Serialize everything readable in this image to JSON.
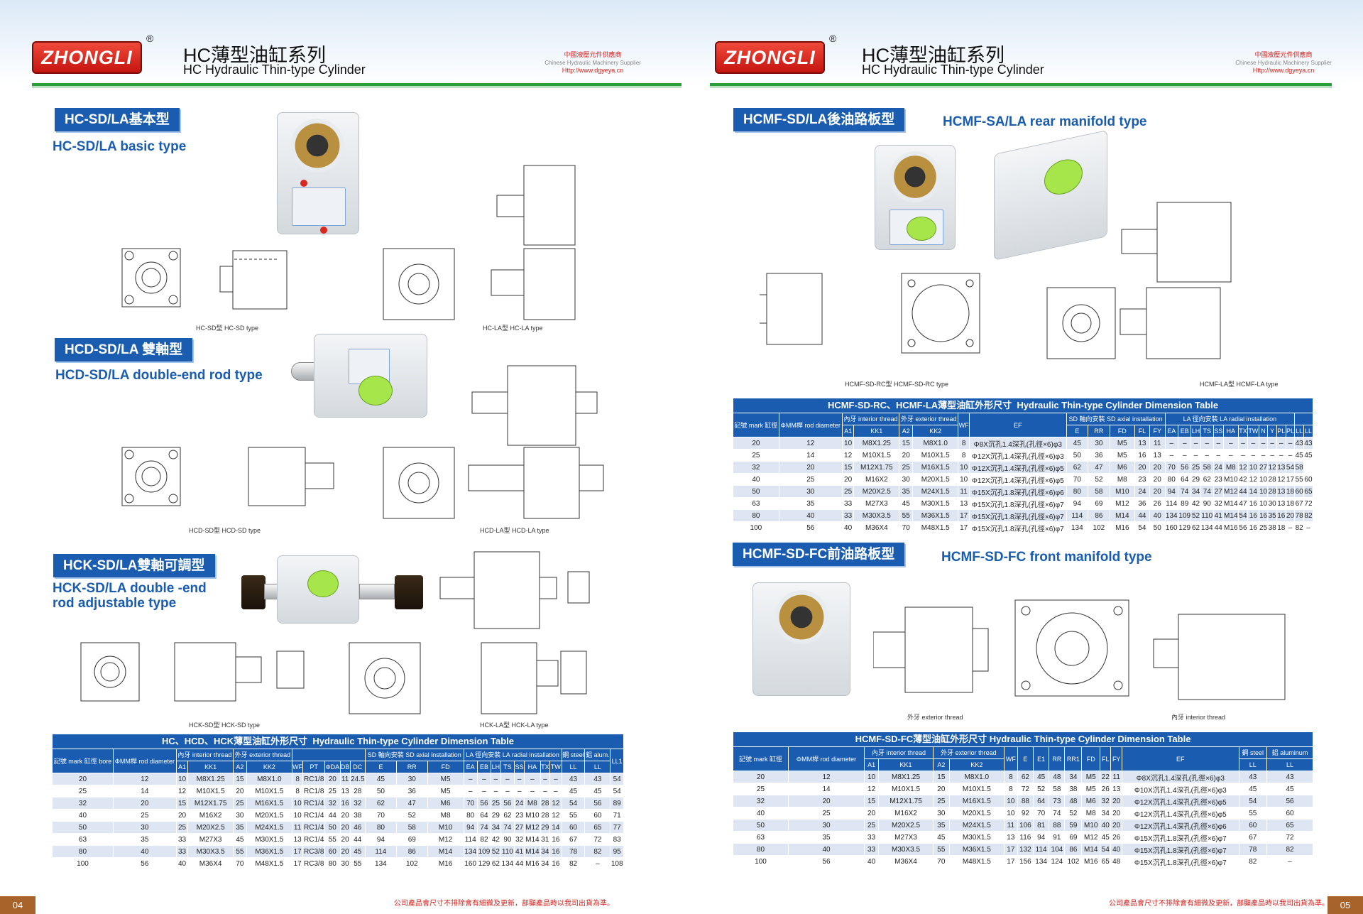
{
  "brand": "ZHONGLI",
  "reg": "®",
  "series_cn": "HC薄型油缸系列",
  "series_en": "HC Hydraulic Thin-type Cylinder",
  "supplier_cn": "中國液壓元件供應商",
  "supplier_en": "Chinese Hydraulic Machinery Supplier",
  "supplier_url": "Http://www.dgyeya.cn",
  "left": {
    "page_no": "04",
    "footer": "公司產品會尺寸不排除會有細微及更新，部顯產品時以我司出貨為準。",
    "sec1": {
      "tab": "HC-SD/LA基本型",
      "sub": "HC-SD/LA basic type",
      "cap1": "HC-SD型  HC-SD type",
      "cap2": "HC-LA型  HC-LA type"
    },
    "sec2": {
      "tab": "HCD-SD/LA 雙軸型",
      "sub": "HCD-SD/LA double-end rod type",
      "cap1": "HCD-SD型  HCD-SD type",
      "cap2": "HCD-LA型  HCD-LA type"
    },
    "sec3": {
      "tab": "HCK-SD/LA雙軸可調型",
      "sub1": "HCK-SD/LA double -end",
      "sub2": "rod adjustable type",
      "cap1": "HCK-SD型  HCK-SD type",
      "cap2": "HCK-LA型  HCK-LA type"
    },
    "table": {
      "title_cn": "HC、HCD、HCK薄型油缸外形尺寸",
      "title_en": "Hydraulic Thin-type Cylinder Dimension Table",
      "h": {
        "bore": "記號 mark 缸徑 bore",
        "rod": "ΦMM桿 rod diameter",
        "inner": "內牙 interior thread",
        "outer": "外牙 exterior thread",
        "sd": "SD 軸向安裝 SD axial installation",
        "la": "LA 徑向安裝 LA radial installation",
        "steel": "鋼 steel",
        "alum": "鋁 alum."
      },
      "cols": [
        "A1",
        "KK1",
        "A2",
        "KK2",
        "WF",
        "PT",
        "ΦDA",
        "DB",
        "DC",
        "E",
        "RR",
        "FD",
        "EA",
        "EB",
        "LH",
        "TS",
        "SS",
        "HA",
        "TX",
        "TW",
        "LL",
        "LL",
        "LL1"
      ],
      "rows": [
        [
          "20",
          "12",
          "10",
          "M8X1.25",
          "15",
          "M8X1.0",
          "8",
          "RC1/8",
          "20",
          "11",
          "24.5",
          "45",
          "30",
          "M5",
          "–",
          "–",
          "–",
          "–",
          "–",
          "–",
          "–",
          "–",
          "43",
          "43",
          "54"
        ],
        [
          "25",
          "14",
          "12",
          "M10X1.5",
          "20",
          "M10X1.5",
          "8",
          "RC1/8",
          "25",
          "13",
          "28",
          "50",
          "36",
          "M5",
          "–",
          "–",
          "–",
          "–",
          "–",
          "–",
          "–",
          "–",
          "45",
          "45",
          "54"
        ],
        [
          "32",
          "20",
          "15",
          "M12X1.75",
          "25",
          "M16X1.5",
          "10",
          "RC1/4",
          "32",
          "16",
          "32",
          "62",
          "47",
          "M6",
          "70",
          "56",
          "25",
          "56",
          "24",
          "M8",
          "28",
          "12",
          "54",
          "56",
          "89"
        ],
        [
          "40",
          "25",
          "20",
          "M16X2",
          "30",
          "M20X1.5",
          "10",
          "RC1/4",
          "44",
          "20",
          "38",
          "70",
          "52",
          "M8",
          "80",
          "64",
          "29",
          "62",
          "23",
          "M10",
          "28",
          "12",
          "55",
          "60",
          "71"
        ],
        [
          "50",
          "30",
          "25",
          "M20X2.5",
          "35",
          "M24X1.5",
          "11",
          "RC1/4",
          "50",
          "20",
          "46",
          "80",
          "58",
          "M10",
          "94",
          "74",
          "34",
          "74",
          "27",
          "M12",
          "29",
          "14",
          "60",
          "65",
          "77"
        ],
        [
          "63",
          "35",
          "33",
          "M27X3",
          "45",
          "M30X1.5",
          "13",
          "RC1/4",
          "55",
          "20",
          "44",
          "94",
          "69",
          "M12",
          "114",
          "82",
          "42",
          "90",
          "32",
          "M14",
          "31",
          "16",
          "67",
          "72",
          "83"
        ],
        [
          "80",
          "40",
          "33",
          "M30X3.5",
          "55",
          "M36X1.5",
          "17",
          "RC3/8",
          "60",
          "20",
          "45",
          "114",
          "86",
          "M14",
          "134",
          "109",
          "52",
          "110",
          "41",
          "M14",
          "34",
          "16",
          "78",
          "82",
          "95"
        ],
        [
          "100",
          "56",
          "40",
          "M36X4",
          "70",
          "M48X1.5",
          "17",
          "RC3/8",
          "80",
          "30",
          "55",
          "134",
          "102",
          "M16",
          "160",
          "129",
          "62",
          "134",
          "44",
          "M16",
          "34",
          "16",
          "82",
          "–",
          "108"
        ]
      ]
    }
  },
  "right": {
    "page_no": "05",
    "footer": "公司產品會尺寸不排除會有細微及更新，部顯產品時以我司出貨為準。",
    "sec1": {
      "tab": "HCMF-SD/LA後油路板型",
      "sub": "HCMF-SA/LA rear manifold type",
      "cap1": "HCMF-SD-RC型  HCMF-SD-RC type",
      "cap2": "HCMF-LA型  HCMF-LA type"
    },
    "sec2": {
      "tab": "HCMF-SD-FC前油路板型",
      "sub": "HCMF-SD-FC front manifold type",
      "cap1": "外牙 exterior thread",
      "cap2": "內牙 interior thread"
    },
    "table1": {
      "title_cn": "HCMF-SD-RC、HCMF-LA薄型油缸外形尺寸",
      "title_en": "Hydraulic Thin-type Cylinder Dimension Table",
      "h": {
        "bore": "記號 mark 缸徑",
        "rod": "ΦMM桿 rod diameter",
        "inner": "內牙 interior thread",
        "outer": "外牙 exterior thread",
        "sd": "SD 軸向安裝 SD axial installation",
        "la": "LA 徑向安裝 LA radial installation"
      },
      "cols": [
        "A1",
        "KK1",
        "A2",
        "KK2",
        "WF",
        "EF",
        "E",
        "RR",
        "FD",
        "FL",
        "FY",
        "EA",
        "EB",
        "LH",
        "TS",
        "SS",
        "HA",
        "TX",
        "TW",
        "N",
        "Y",
        "PL",
        "PL",
        "LL",
        "LL"
      ],
      "rows": [
        [
          "20",
          "12",
          "10",
          "M8X1.25",
          "15",
          "M8X1.0",
          "8",
          "Φ8Χ沉孔1.4深孔(孔徑×6)φ3",
          "45",
          "30",
          "M5",
          "13",
          "11",
          "–",
          "–",
          "–",
          "–",
          "–",
          "–",
          "–",
          "–",
          "–",
          "–",
          "–",
          "–",
          "43",
          "43"
        ],
        [
          "25",
          "14",
          "12",
          "M10X1.5",
          "20",
          "M10X1.5",
          "8",
          "Φ12Χ沉孔1.4深孔(孔徑×6)φ3",
          "50",
          "36",
          "M5",
          "16",
          "13",
          "–",
          "–",
          "–",
          "–",
          "–",
          "–",
          "–",
          "–",
          "–",
          "–",
          "–",
          "–",
          "45",
          "45"
        ],
        [
          "32",
          "20",
          "15",
          "M12X1.75",
          "25",
          "M16X1.5",
          "10",
          "Φ12Χ沉孔1.4深孔(孔徑×6)φ5",
          "62",
          "47",
          "M6",
          "20",
          "20",
          "70",
          "56",
          "25",
          "58",
          "24",
          "M8",
          "12",
          "10",
          "27",
          "12",
          "13",
          "54",
          "58"
        ],
        [
          "40",
          "25",
          "20",
          "M16X2",
          "30",
          "M20X1.5",
          "10",
          "Φ12Χ沉孔1.4深孔(孔徑×6)φ5",
          "70",
          "52",
          "M8",
          "23",
          "20",
          "80",
          "64",
          "29",
          "62",
          "23",
          "M10",
          "42",
          "12",
          "10",
          "28",
          "12",
          "17",
          "55",
          "60"
        ],
        [
          "50",
          "30",
          "25",
          "M20X2.5",
          "35",
          "M24X1.5",
          "11",
          "Φ15Χ沉孔1.8深孔(孔徑×6)φ6",
          "80",
          "58",
          "M10",
          "24",
          "20",
          "94",
          "74",
          "34",
          "74",
          "27",
          "M12",
          "44",
          "14",
          "10",
          "28",
          "13",
          "18",
          "60",
          "65"
        ],
        [
          "63",
          "35",
          "33",
          "M27X3",
          "45",
          "M30X1.5",
          "13",
          "Φ15Χ沉孔1.8深孔(孔徑×6)φ7",
          "94",
          "69",
          "M12",
          "36",
          "26",
          "114",
          "89",
          "42",
          "90",
          "32",
          "M14",
          "47",
          "16",
          "10",
          "30",
          "13",
          "18",
          "67",
          "72"
        ],
        [
          "80",
          "40",
          "33",
          "M30X3.5",
          "55",
          "M36X1.5",
          "17",
          "Φ15Χ沉孔1.8深孔(孔徑×6)φ7",
          "114",
          "86",
          "M14",
          "44",
          "40",
          "134",
          "109",
          "52",
          "110",
          "41",
          "M14",
          "54",
          "16",
          "16",
          "35",
          "16",
          "20",
          "78",
          "82"
        ],
        [
          "100",
          "56",
          "40",
          "M36X4",
          "70",
          "M48X1.5",
          "17",
          "Φ15Χ沉孔1.8深孔(孔徑×6)φ7",
          "134",
          "102",
          "M16",
          "54",
          "50",
          "160",
          "129",
          "62",
          "134",
          "44",
          "M16",
          "56",
          "16",
          "25",
          "38",
          "18",
          "–",
          "82",
          "–"
        ]
      ]
    },
    "table2": {
      "title_cn": "HCMF-SD-FC薄型油缸外形尺寸",
      "title_en": "Hydraulic Thin-type Cylinder Dimension Table",
      "h": {
        "bore": "記號 mark 缸徑",
        "rod": "ΦMM桿 rod diameter",
        "inner": "內牙 interior thread",
        "outer": "外牙 exterior thread",
        "steel": "鋼 steel",
        "alum": "鋁 aluminum"
      },
      "cols": [
        "A1",
        "KK1",
        "A2",
        "KK2",
        "WF",
        "E",
        "E1",
        "RR",
        "RR1",
        "FD",
        "FL",
        "FY",
        "EF",
        "LL",
        "LL"
      ],
      "rows": [
        [
          "20",
          "12",
          "10",
          "M8X1.25",
          "15",
          "M8X1.0",
          "8",
          "62",
          "45",
          "48",
          "34",
          "M5",
          "22",
          "11",
          "Φ8Χ沉孔1.4深孔(孔徑×6)φ3",
          "43",
          "43"
        ],
        [
          "25",
          "14",
          "12",
          "M10X1.5",
          "20",
          "M10X1.5",
          "8",
          "72",
          "52",
          "58",
          "38",
          "M5",
          "26",
          "13",
          "Φ10Χ沉孔1.4深孔(孔徑×6)φ3",
          "45",
          "45"
        ],
        [
          "32",
          "20",
          "15",
          "M12X1.75",
          "25",
          "M16X1.5",
          "10",
          "88",
          "64",
          "73",
          "48",
          "M6",
          "32",
          "20",
          "Φ12Χ沉孔1.4深孔(孔徑×6)φ5",
          "54",
          "56"
        ],
        [
          "40",
          "25",
          "20",
          "M16X2",
          "30",
          "M20X1.5",
          "10",
          "92",
          "70",
          "74",
          "52",
          "M8",
          "34",
          "20",
          "Φ12Χ沉孔1.4深孔(孔徑×6)φ5",
          "55",
          "60"
        ],
        [
          "50",
          "30",
          "25",
          "M20X2.5",
          "35",
          "M24X1.5",
          "11",
          "106",
          "81",
          "88",
          "59",
          "M10",
          "40",
          "20",
          "Φ12Χ沉孔1.4深孔(孔徑×6)φ6",
          "60",
          "65"
        ],
        [
          "63",
          "35",
          "33",
          "M27X3",
          "45",
          "M30X1.5",
          "13",
          "116",
          "94",
          "91",
          "69",
          "M12",
          "45",
          "26",
          "Φ15Χ沉孔1.8深孔(孔徑×6)φ7",
          "67",
          "72"
        ],
        [
          "80",
          "40",
          "33",
          "M30X3.5",
          "55",
          "M36X1.5",
          "17",
          "132",
          "114",
          "104",
          "86",
          "M14",
          "54",
          "40",
          "Φ15Χ沉孔1.8深孔(孔徑×6)φ7",
          "78",
          "82"
        ],
        [
          "100",
          "56",
          "40",
          "M36X4",
          "70",
          "M48X1.5",
          "17",
          "156",
          "134",
          "124",
          "102",
          "M16",
          "65",
          "48",
          "Φ15Χ沉孔1.8深孔(孔徑×6)φ7",
          "82",
          "–"
        ]
      ]
    }
  }
}
